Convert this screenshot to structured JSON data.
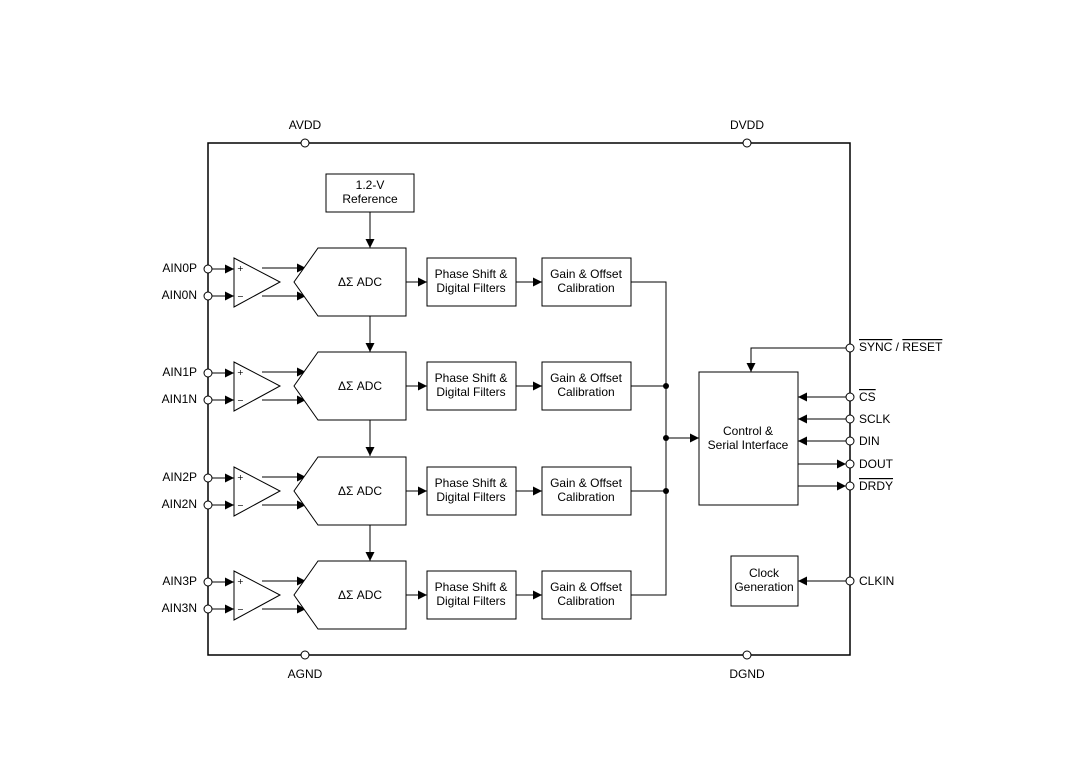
{
  "supply_pins": {
    "avdd": "AVDD",
    "dvdd": "DVDD",
    "agnd": "AGND",
    "dgnd": "DGND"
  },
  "reference": {
    "line1": "1.2-V",
    "line2": "Reference"
  },
  "channels": [
    {
      "pin_p": "AIN0P",
      "pin_n": "AIN0N",
      "adc": "ΔΣ ADC",
      "filter_l1": "Phase Shift &",
      "filter_l2": "Digital Filters",
      "cal_l1": "Gain & Offset",
      "cal_l2": "Calibration"
    },
    {
      "pin_p": "AIN1P",
      "pin_n": "AIN1N",
      "adc": "ΔΣ ADC",
      "filter_l1": "Phase Shift &",
      "filter_l2": "Digital Filters",
      "cal_l1": "Gain & Offset",
      "cal_l2": "Calibration"
    },
    {
      "pin_p": "AIN2P",
      "pin_n": "AIN2N",
      "adc": "ΔΣ ADC",
      "filter_l1": "Phase Shift &",
      "filter_l2": "Digital Filters",
      "cal_l1": "Gain & Offset",
      "cal_l2": "Calibration"
    },
    {
      "pin_p": "AIN3P",
      "pin_n": "AIN3N",
      "adc": "ΔΣ ADC",
      "filter_l1": "Phase Shift &",
      "filter_l2": "Digital Filters",
      "cal_l1": "Gain & Offset",
      "cal_l2": "Calibration"
    }
  ],
  "amp_symbols": {
    "plus": "+",
    "minus": "−"
  },
  "control": {
    "line1": "Control &",
    "line2": "Serial Interface"
  },
  "clock": {
    "line1": "Clock",
    "line2": "Generation"
  },
  "digital_pins": {
    "sync": "SYNC",
    "sync_sep": " / ",
    "reset": "RESET",
    "cs": "CS",
    "sclk": "SCLK",
    "din": "DIN",
    "dout": "DOUT",
    "drdy": "DRDY",
    "clkin": "CLKIN"
  }
}
